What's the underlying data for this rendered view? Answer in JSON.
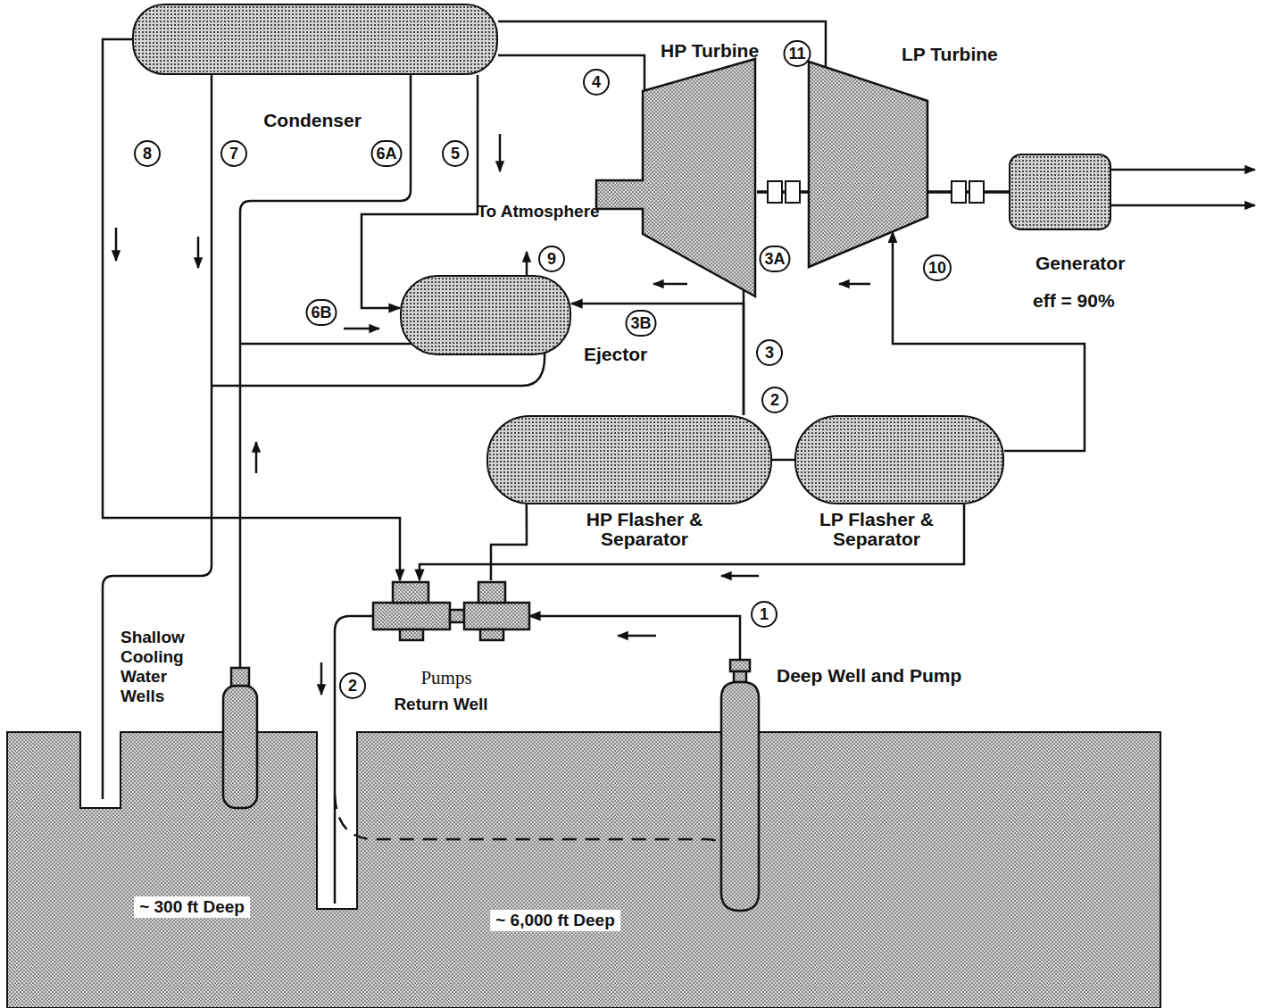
{
  "diagram": {
    "nodes": [
      {
        "text": [
          "Condenser"
        ]
      },
      {
        "text": [
          "HP Turbine"
        ]
      },
      {
        "text": [
          "LP Turbine"
        ]
      },
      {
        "text": [
          "Generator",
          "eff = 90%"
        ]
      },
      {
        "text": [
          "Ejector"
        ]
      },
      {
        "text": [
          "HP Flasher & Separator"
        ]
      },
      {
        "text": [
          "LP Flasher & Separator"
        ]
      },
      {
        "text": [
          "Pumps"
        ]
      },
      {
        "text": [
          "Deep Well and Pump"
        ]
      }
    ],
    "edges": [
      {
        "from": 8,
        "to": 7,
        "arrow": "to"
      },
      {
        "from": 7,
        "to": 5,
        "arrow": "none"
      },
      {
        "from": 5,
        "to": 6,
        "arrow": "none"
      },
      {
        "from": 5,
        "to": 1,
        "arrow": "none"
      },
      {
        "from": 5,
        "to": 4,
        "arrow": "to"
      },
      {
        "from": 6,
        "to": 2,
        "arrow": "to"
      },
      {
        "from": 6,
        "to": 7,
        "arrow": "to"
      },
      {
        "from": 1,
        "to": 0,
        "arrow": "none"
      },
      {
        "from": 2,
        "to": 0,
        "arrow": "none"
      },
      {
        "from": 0,
        "to": 4,
        "arrow": "to"
      },
      {
        "from": 0,
        "to": 7,
        "arrow": "to"
      },
      {
        "from": 1,
        "to": 2,
        "arrow": "none"
      },
      {
        "from": 2,
        "to": 3,
        "arrow": "none"
      }
    ],
    "labels": [
      "11",
      "4",
      "8",
      "7",
      "6A",
      "5",
      "To Atmosphere",
      "9",
      "6B",
      "3B",
      "3A",
      "3",
      "2",
      "10",
      "1",
      "2",
      "Shallow Cooling Water Wells",
      "Return Well",
      "~ 300 ft Deep",
      "~ 6,000 ft Deep"
    ]
  }
}
